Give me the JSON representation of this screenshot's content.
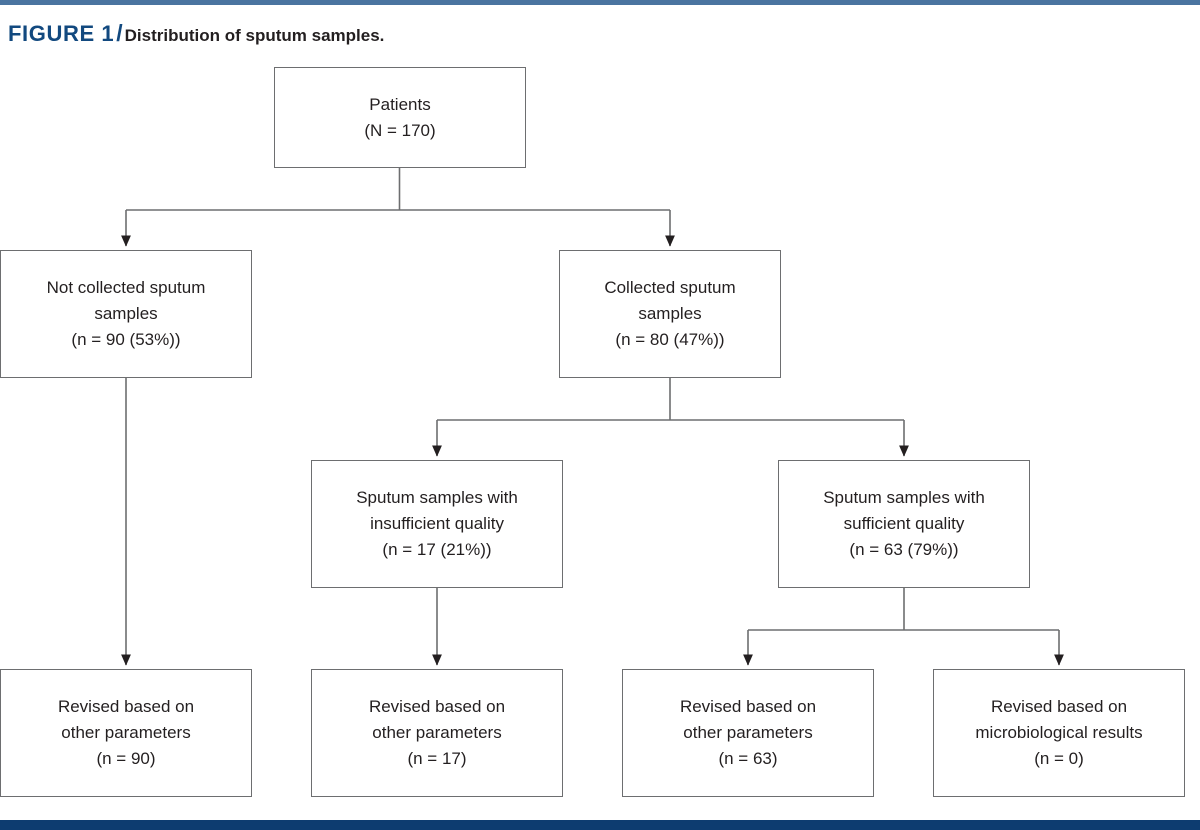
{
  "figure": {
    "label": "FIGURE 1",
    "separator": "/",
    "title": "Distribution of sputum samples."
  },
  "colors": {
    "rule_top": "#4a74a0",
    "rule_bottom": "#0d3c70",
    "label_blue": "#12497f",
    "text_black": "#231f20",
    "box_border": "#6d6e70",
    "connector": "#6d6e70",
    "arrowhead": "#231f20"
  },
  "chart_data": {
    "type": "diagram",
    "diagram_kind": "flowchart",
    "title": "Distribution of sputum samples.",
    "nodes": [
      {
        "id": "patients",
        "level": 0,
        "lines": [
          "Patients",
          "(N = 170)"
        ],
        "n": 170,
        "percent": null
      },
      {
        "id": "not-collected",
        "level": 1,
        "lines": [
          "Not collected sputum",
          "samples",
          "(n = 90 (53%))"
        ],
        "n": 90,
        "percent": 53
      },
      {
        "id": "collected",
        "level": 1,
        "lines": [
          "Collected sputum",
          "samples",
          "(n = 80 (47%))"
        ],
        "n": 80,
        "percent": 47
      },
      {
        "id": "insufficient-quality",
        "level": 2,
        "lines": [
          "Sputum samples with",
          "insufficient quality",
          "(n = 17 (21%))"
        ],
        "n": 17,
        "percent": 21
      },
      {
        "id": "sufficient-quality",
        "level": 2,
        "lines": [
          "Sputum samples with",
          "sufficient quality",
          "(n = 63 (79%))"
        ],
        "n": 63,
        "percent": 79
      },
      {
        "id": "revised-other-90",
        "level": 3,
        "lines": [
          "Revised based on",
          "other parameters",
          "(n = 90)"
        ],
        "n": 90,
        "percent": null
      },
      {
        "id": "revised-other-17",
        "level": 3,
        "lines": [
          "Revised based on",
          "other parameters",
          "(n = 17)"
        ],
        "n": 17,
        "percent": null
      },
      {
        "id": "revised-other-63",
        "level": 3,
        "lines": [
          "Revised based on",
          "other parameters",
          "(n = 63)"
        ],
        "n": 63,
        "percent": null
      },
      {
        "id": "revised-microbiological-0",
        "level": 3,
        "lines": [
          "Revised based on",
          "microbiological results",
          "(n = 0)"
        ],
        "n": 0,
        "percent": null
      }
    ],
    "edges": [
      {
        "from": "patients",
        "to": "not-collected"
      },
      {
        "from": "patients",
        "to": "collected"
      },
      {
        "from": "collected",
        "to": "insufficient-quality"
      },
      {
        "from": "collected",
        "to": "sufficient-quality"
      },
      {
        "from": "not-collected",
        "to": "revised-other-90"
      },
      {
        "from": "insufficient-quality",
        "to": "revised-other-17"
      },
      {
        "from": "sufficient-quality",
        "to": "revised-other-63"
      },
      {
        "from": "sufficient-quality",
        "to": "revised-microbiological-0"
      }
    ]
  }
}
